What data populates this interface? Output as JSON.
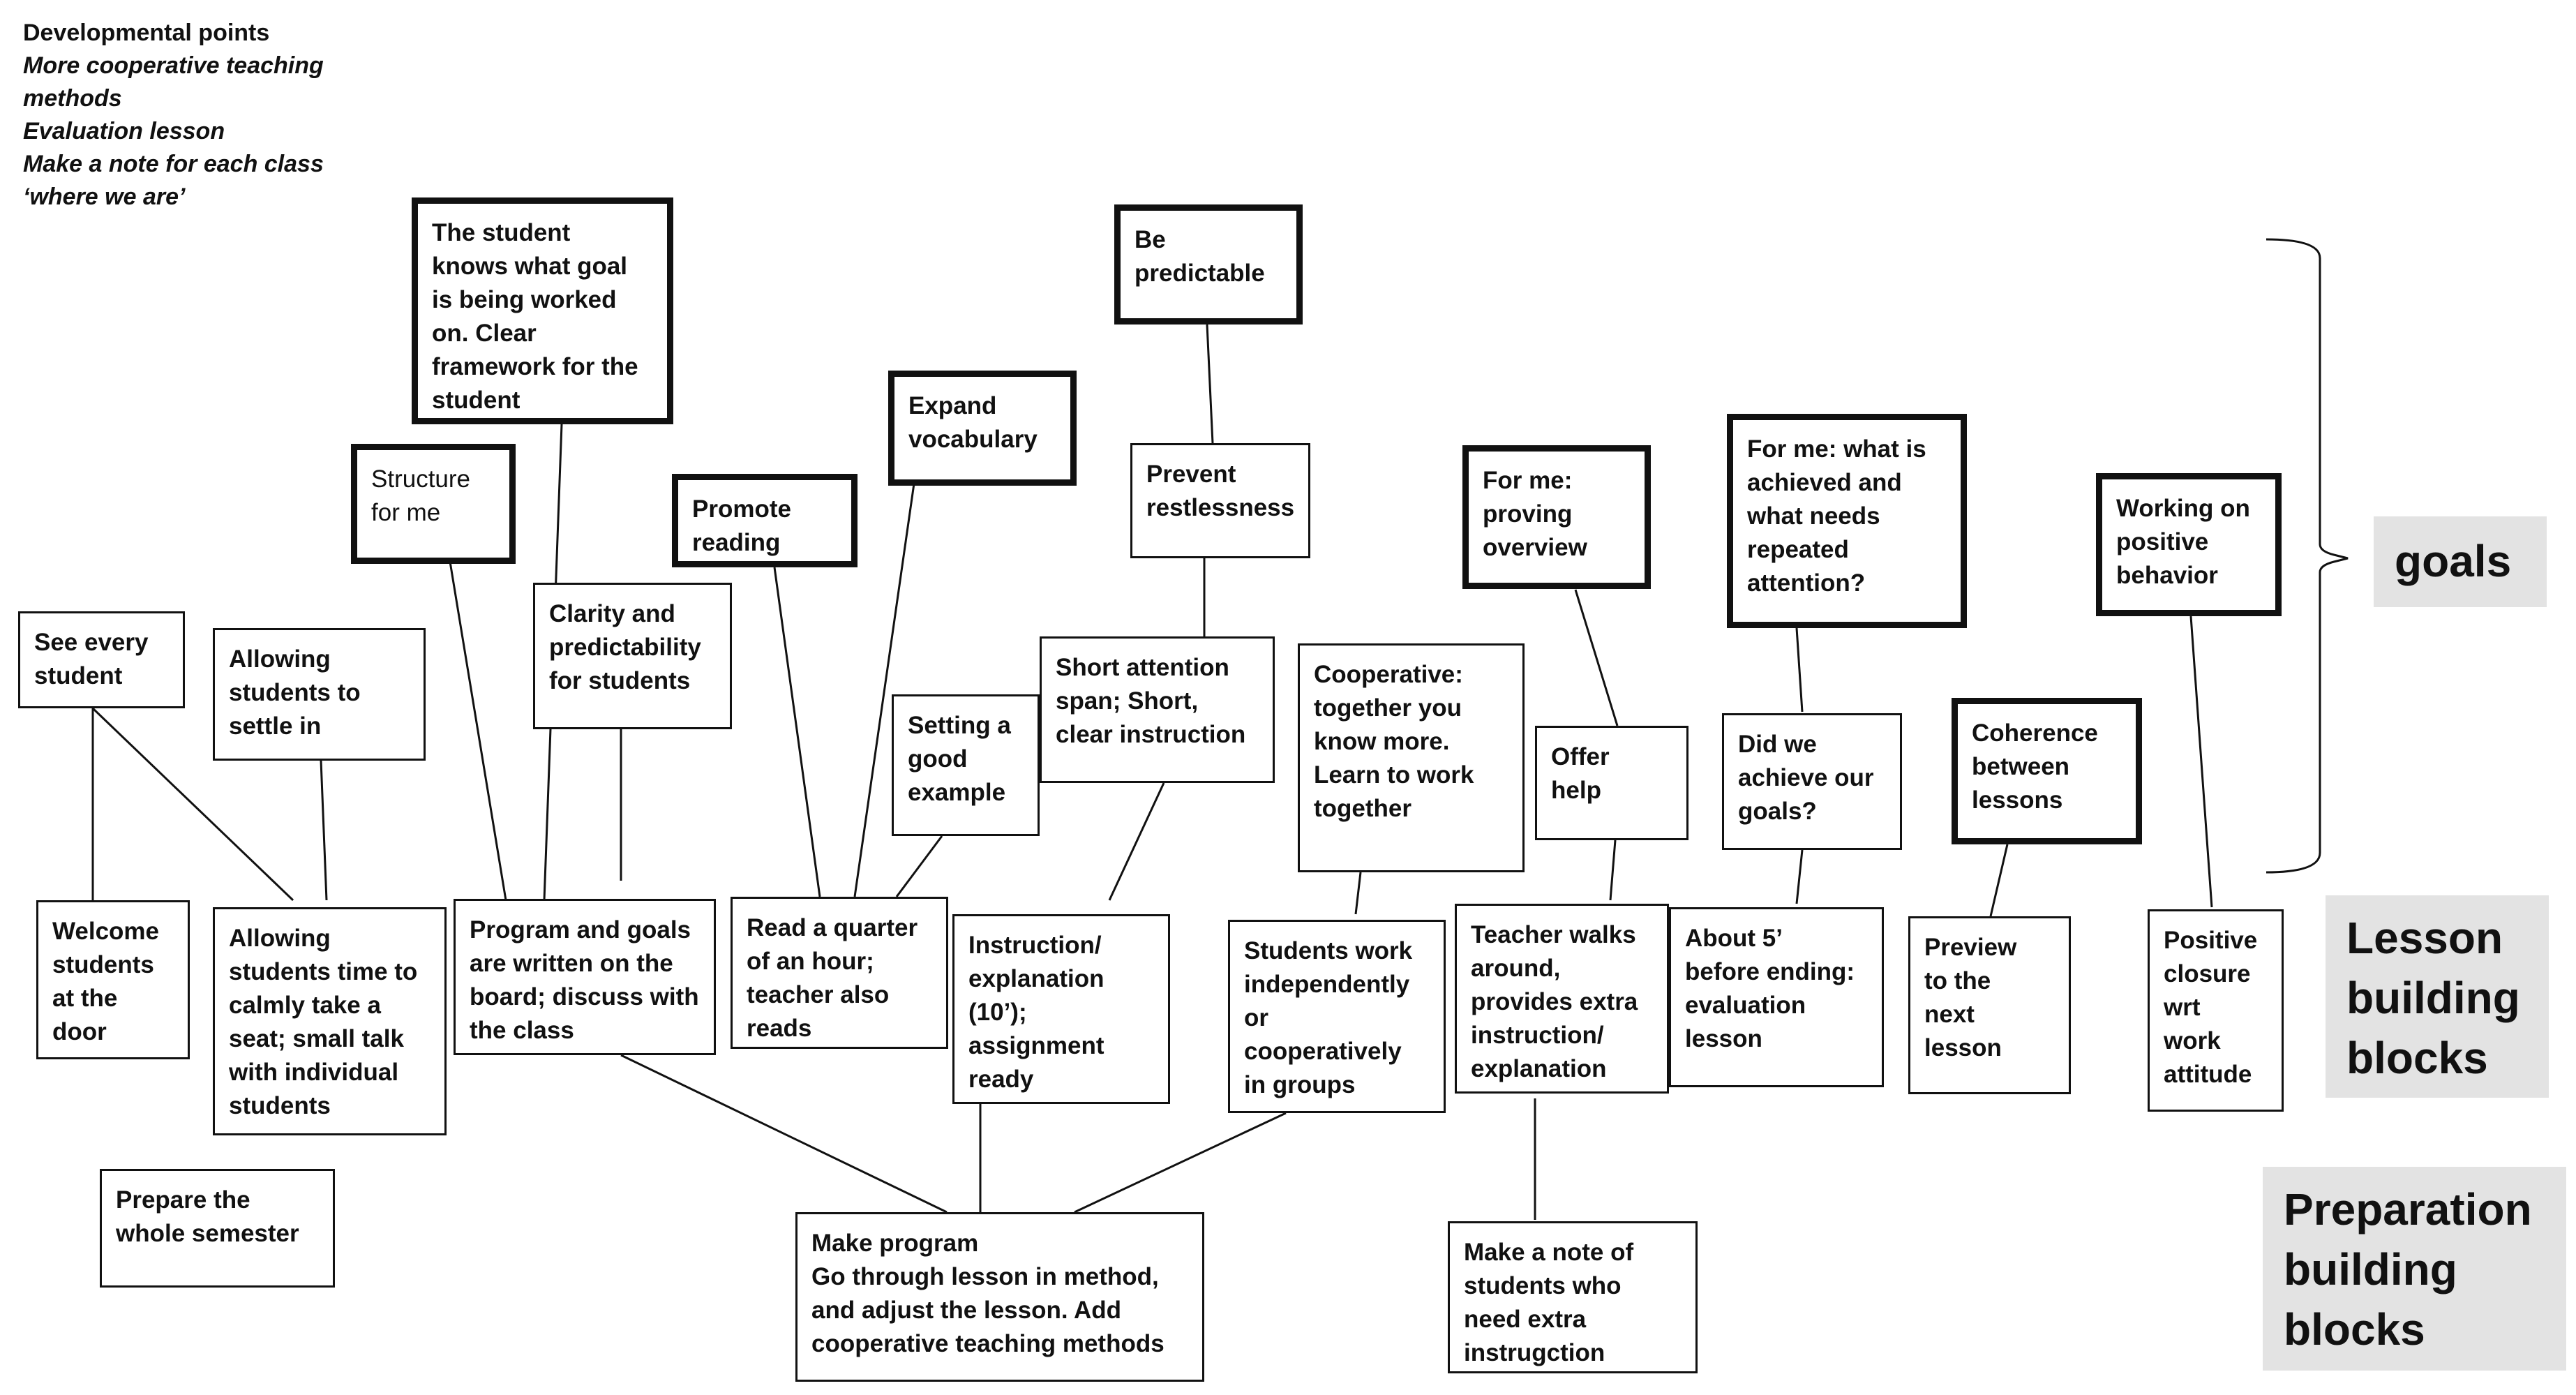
{
  "notes": {
    "heading": "Developmental points",
    "items": [
      "More cooperative teaching",
      "methods",
      "Evaluation lesson",
      "Make a note for each class",
      "‘where we are’"
    ]
  },
  "goals": {
    "structure_for_me": "Structure\nfor me",
    "student_knows_goal": "The student\nknows what goal\nis being worked\non. Clear\nframework for the\nstudent",
    "promote_reading": "Promote\nreading",
    "expand_vocabulary": "Expand\nvocabulary",
    "be_predictable": "Be\npredictable",
    "proving_overview": "For me:\nproving\noverview",
    "what_is_achieved": "For me: what is\nachieved and\nwhat needs\nrepeated\nattention?",
    "positive_behavior": "Working on\npositive\nbehavior",
    "coherence": "Coherence\nbetween\nlessons"
  },
  "middle": {
    "see_every_student": "See every\nstudent",
    "allowing_settle": "Allowing\nstudents to\nsettle in",
    "clarity": "Clarity and\npredictability\nfor students",
    "setting_example": "Setting a\ngood\nexample",
    "short_attention": "Short attention\nspan; Short,\nclear instruction",
    "prevent_restlessness": "Prevent\nrestlessness",
    "cooperative": "Cooperative:\ntogether you\nknow more.\nLearn to work\ntogether",
    "offer_help": "Offer\nhelp",
    "did_we_achieve": "Did we\nachieve our\ngoals?"
  },
  "lesson": {
    "welcome": "Welcome\nstudents\nat the\ndoor",
    "allowing_time": "Allowing\nstudents time to\ncalmly take a\nseat; small talk\nwith individual\nstudents",
    "program_goals": "Program and goals\nare written on the\nboard; discuss  with\nthe class",
    "read_quarter": "Read a quarter\nof an hour;\nteacher also\nreads",
    "instruction": "Instruction/\nexplanation\n(10’);\nassignment\nready",
    "students_work": "Students work\nindependently\nor\ncooperatively\nin groups",
    "teacher_walks": "Teacher walks\naround,\nprovides extra\ninstruction/\nexplanation",
    "about_5": "About 5’\nbefore ending:\nevaluation\nlesson",
    "preview": "Preview\nto the\nnext\nlesson",
    "positive_closure": "Positive\nclosure\nwrt\nwork\nattitude"
  },
  "preparation": {
    "prepare_semester": "Prepare the\nwhole semester",
    "make_program": "Make program\nGo through lesson in method,\nand adjust the lesson. Add\ncooperative teaching methods",
    "make_note": "Make a note of\nstudents who\nneed extra\ninstrugction"
  },
  "labels": {
    "goals": "goals",
    "lesson_blocks": "Lesson\nbuilding\nblocks",
    "preparation_blocks": "Preparation\nbuilding\nblocks"
  }
}
